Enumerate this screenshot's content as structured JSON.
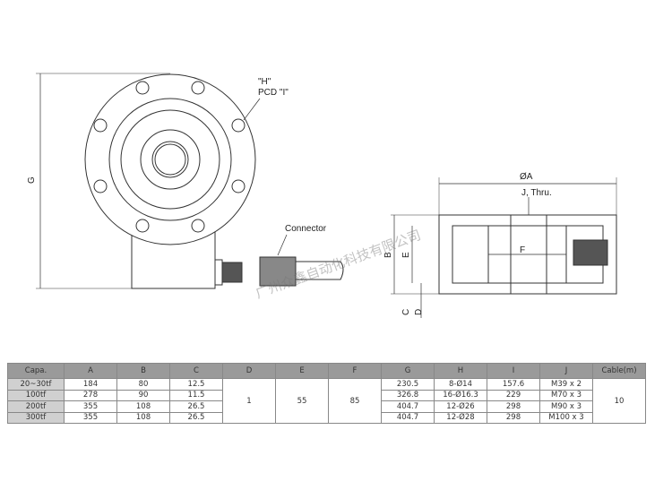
{
  "labels": {
    "h": "\"H\"",
    "pcd": "PCD \"I\"",
    "g": "G",
    "connector": "Connector",
    "a": "ØA",
    "j": "J, Thru.",
    "b": "B",
    "e": "E",
    "f": "F",
    "c": "C",
    "d": "D"
  },
  "watermark": "广州众鑫自动化科技有限公司",
  "table": {
    "headers": [
      "Capa.",
      "A",
      "B",
      "C",
      "D",
      "E",
      "F",
      "G",
      "H",
      "I",
      "J",
      "Cable(m)"
    ],
    "shared": {
      "D": "1",
      "E": "55",
      "F": "85",
      "Cable": "10"
    },
    "rows": [
      {
        "capa": "20~30tf",
        "A": "184",
        "B": "80",
        "C": "12.5",
        "G": "230.5",
        "H": "8-Ø14",
        "I": "157.6",
        "J": "M39 x 2"
      },
      {
        "capa": "100tf",
        "A": "278",
        "B": "90",
        "C": "11.5",
        "G": "326.8",
        "H": "16-Ø16.3",
        "I": "229",
        "J": "M70 x 3"
      },
      {
        "capa": "200tf",
        "A": "355",
        "B": "108",
        "C": "26.5",
        "G": "404.7",
        "H": "12-Ø26",
        "I": "298",
        "J": "M90 x 3"
      },
      {
        "capa": "300tf",
        "A": "355",
        "B": "108",
        "C": "26.5",
        "G": "404.7",
        "H": "12-Ø28",
        "I": "298",
        "J": "M100 x 3"
      }
    ]
  }
}
